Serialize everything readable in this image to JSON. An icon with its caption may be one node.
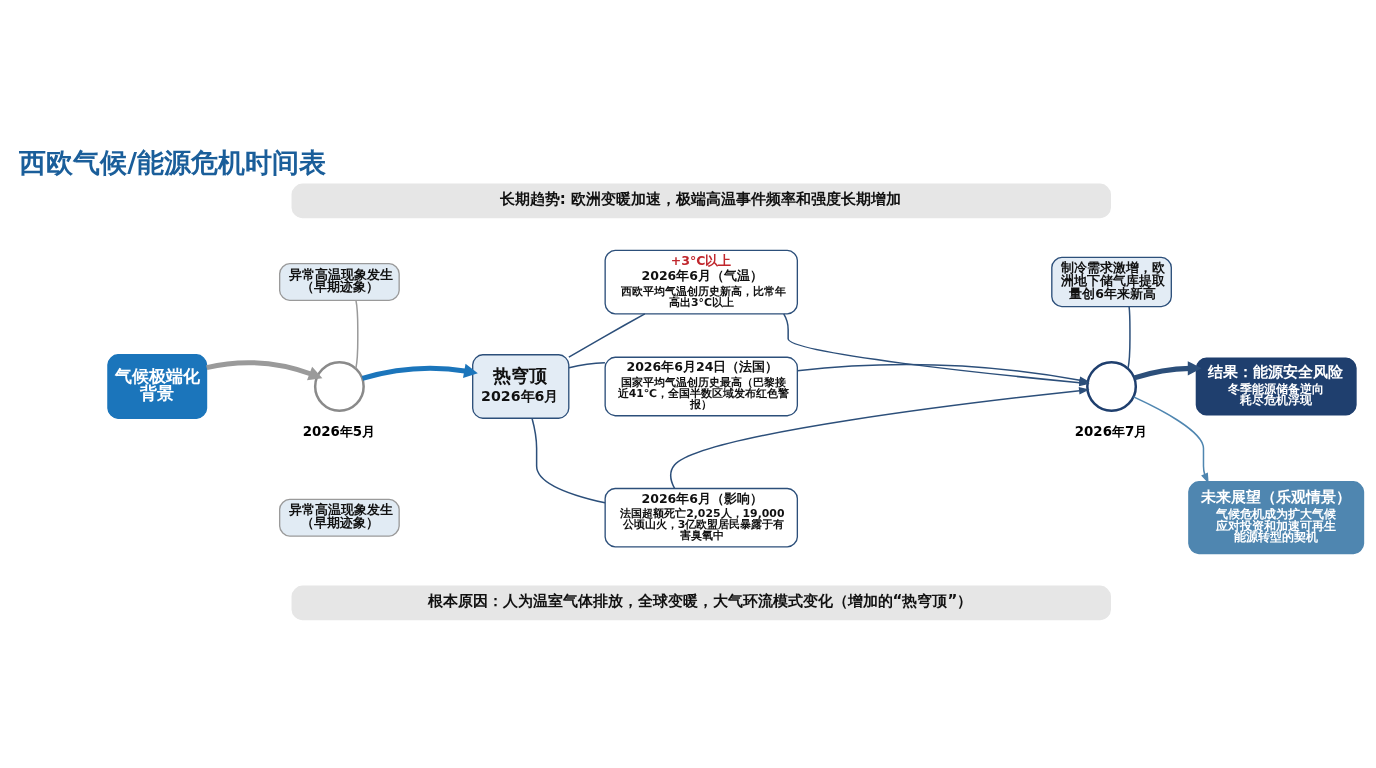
{
  "diagram": {
    "title": "西欧气候/能源危机时间表",
    "nodes": [
      {
        "text": [
          "长期趋势: 欧洲变暖加速，极端高温事件频率和强度长期增加"
        ]
      },
      {
        "text": [
          "气候极端化背景"
        ]
      },
      {
        "text": [
          "异常高温现象发生（早期迹象）"
        ]
      },
      {
        "text": [],
        "shape": "circle",
        "beside": [
          "2026年5月"
        ]
      },
      {
        "text": [
          "异常高温现象发生（早期迹象）"
        ]
      },
      {
        "text": [
          "热穹顶",
          "2026年6月"
        ]
      },
      {
        "text": [
          "+3°C以上",
          "2026年6月（气温）",
          "西欧平均气温创历史新高，比常年高出3°C以上"
        ]
      },
      {
        "text": [
          "2026年6月24日（法国）",
          "国家平均气温创历史最高（巴黎接近41℃，全国半数区域发布红色警报）"
        ]
      },
      {
        "text": [
          "2026年6月（影响）",
          "法国超额死亡2,025人，19,000公顷山火，3亿欧盟居民暴露于有害臭氧中"
        ]
      },
      {
        "text": [
          "制冷需求激增，欧洲地下储气库提取量创6年来新高"
        ]
      },
      {
        "text": [],
        "shape": "circle",
        "beside": [
          "2026年7月"
        ]
      },
      {
        "text": [
          "结果：能源安全风险",
          "冬季能源储备逆向耗尽危机浮现"
        ]
      },
      {
        "text": [
          "未来展望（乐观情景）",
          "气候危机成为扩大气候应对投资和加速可再生能源转型的契机"
        ]
      },
      {
        "text": [
          "根本原因：人为温室气体排放，全球变暖，大气环流模式变化（增加的“热穹顶”）"
        ]
      }
    ],
    "edges": [
      {
        "from": 1,
        "to": 3,
        "arrow": "to",
        "style": "thick",
        "color": "#9a9a9a"
      },
      {
        "from": 3,
        "to": 5,
        "arrow": "to",
        "style": "thick",
        "color": "#1b75bb"
      },
      {
        "from": 2,
        "to": 3,
        "arrow": "none",
        "color": "#9a9a9a"
      },
      {
        "from": 5,
        "to": 6,
        "arrow": "none"
      },
      {
        "from": 5,
        "to": 7,
        "arrow": "none"
      },
      {
        "from": 5,
        "to": 8,
        "arrow": "none"
      },
      {
        "from": 6,
        "to": 10,
        "arrow": "to"
      },
      {
        "from": 7,
        "to": 10,
        "arrow": "to"
      },
      {
        "from": 8,
        "to": 10,
        "arrow": "to"
      },
      {
        "from": 9,
        "to": 10,
        "arrow": "none"
      },
      {
        "from": 10,
        "to": 11,
        "arrow": "to",
        "style": "thick"
      },
      {
        "from": 10,
        "to": 12,
        "arrow": "to",
        "color": "#4f86b0"
      }
    ]
  }
}
